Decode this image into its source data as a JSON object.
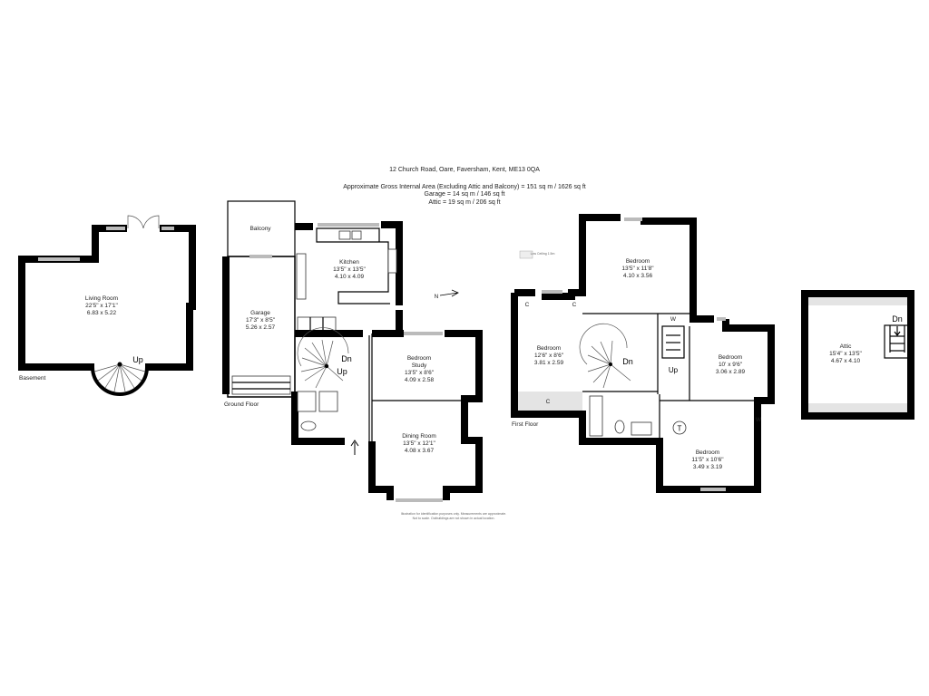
{
  "header": {
    "address": "12 Church Road, Oare, Faversham, Kent, ME13 0QA",
    "gross_area": "Approximate Gross Internal Area (Excluding Attic and Balcony)  =  151 sq m / 1626 sq ft",
    "garage_area": "Garage = 14 sq m / 146 sq ft",
    "attic_area": "Attic = 19 sq m / 206 sq ft"
  },
  "disclaimer": {
    "line1": "Illustration for identification purposes only. Measurements are approximate.",
    "line2": "Not to scale. Outbuildings are not shown in actual location."
  },
  "basement": {
    "label": "Basement",
    "living_room": {
      "name": "Living Room",
      "imperial": "22'5\" x 17'1\"",
      "metric": "6.83 x 5.22"
    },
    "stairs": "Up"
  },
  "ground_floor": {
    "label": "Ground Floor",
    "balcony": {
      "name": "Balcony"
    },
    "garage": {
      "name": "Garage",
      "imperial": "17'3\" x 8'5\"",
      "metric": "5.26 x 2.57"
    },
    "kitchen": {
      "name": "Kitchen",
      "imperial": "13'5\" x 13'5\"",
      "metric": "4.10 x 4.09"
    },
    "study": {
      "name1": "Bedroom",
      "name2": "Study",
      "imperial": "13'5\" x 8'6\"",
      "metric": "4.09 x 2.58"
    },
    "dining": {
      "name": "Dining Room",
      "imperial": "13'5\" x 12'1\"",
      "metric": "4.08 x 3.67"
    },
    "stairs_down": "Dn",
    "stairs_up": "Up",
    "north": "N"
  },
  "first_floor": {
    "label": "First Floor",
    "low_ceiling": "Low Ceiling 1.5m",
    "bedroom_top": {
      "name": "Bedroom",
      "imperial": "13'5\" x 11'8\"",
      "metric": "4.10 x 3.56"
    },
    "bedroom_left": {
      "name": "Bedroom",
      "imperial": "12'6\" x 8'6\"",
      "metric": "3.81 x 2.59"
    },
    "bedroom_right": {
      "name": "Bedroom",
      "imperial": "10' x 9'6\"",
      "metric": "3.06 x 2.89"
    },
    "bedroom_bottom": {
      "name": "Bedroom",
      "imperial": "11'5\" x 10'6\"",
      "metric": "3.49 x 3.19"
    },
    "cupboard": "C",
    "wardrobe": "W",
    "tank": "T",
    "stairs_down": "Dn",
    "stairs_up": "Up"
  },
  "attic": {
    "name": "Attic",
    "imperial": "15'4\" x 13'5\"",
    "metric": "4.67 x 4.10",
    "stairs": "Dn"
  }
}
